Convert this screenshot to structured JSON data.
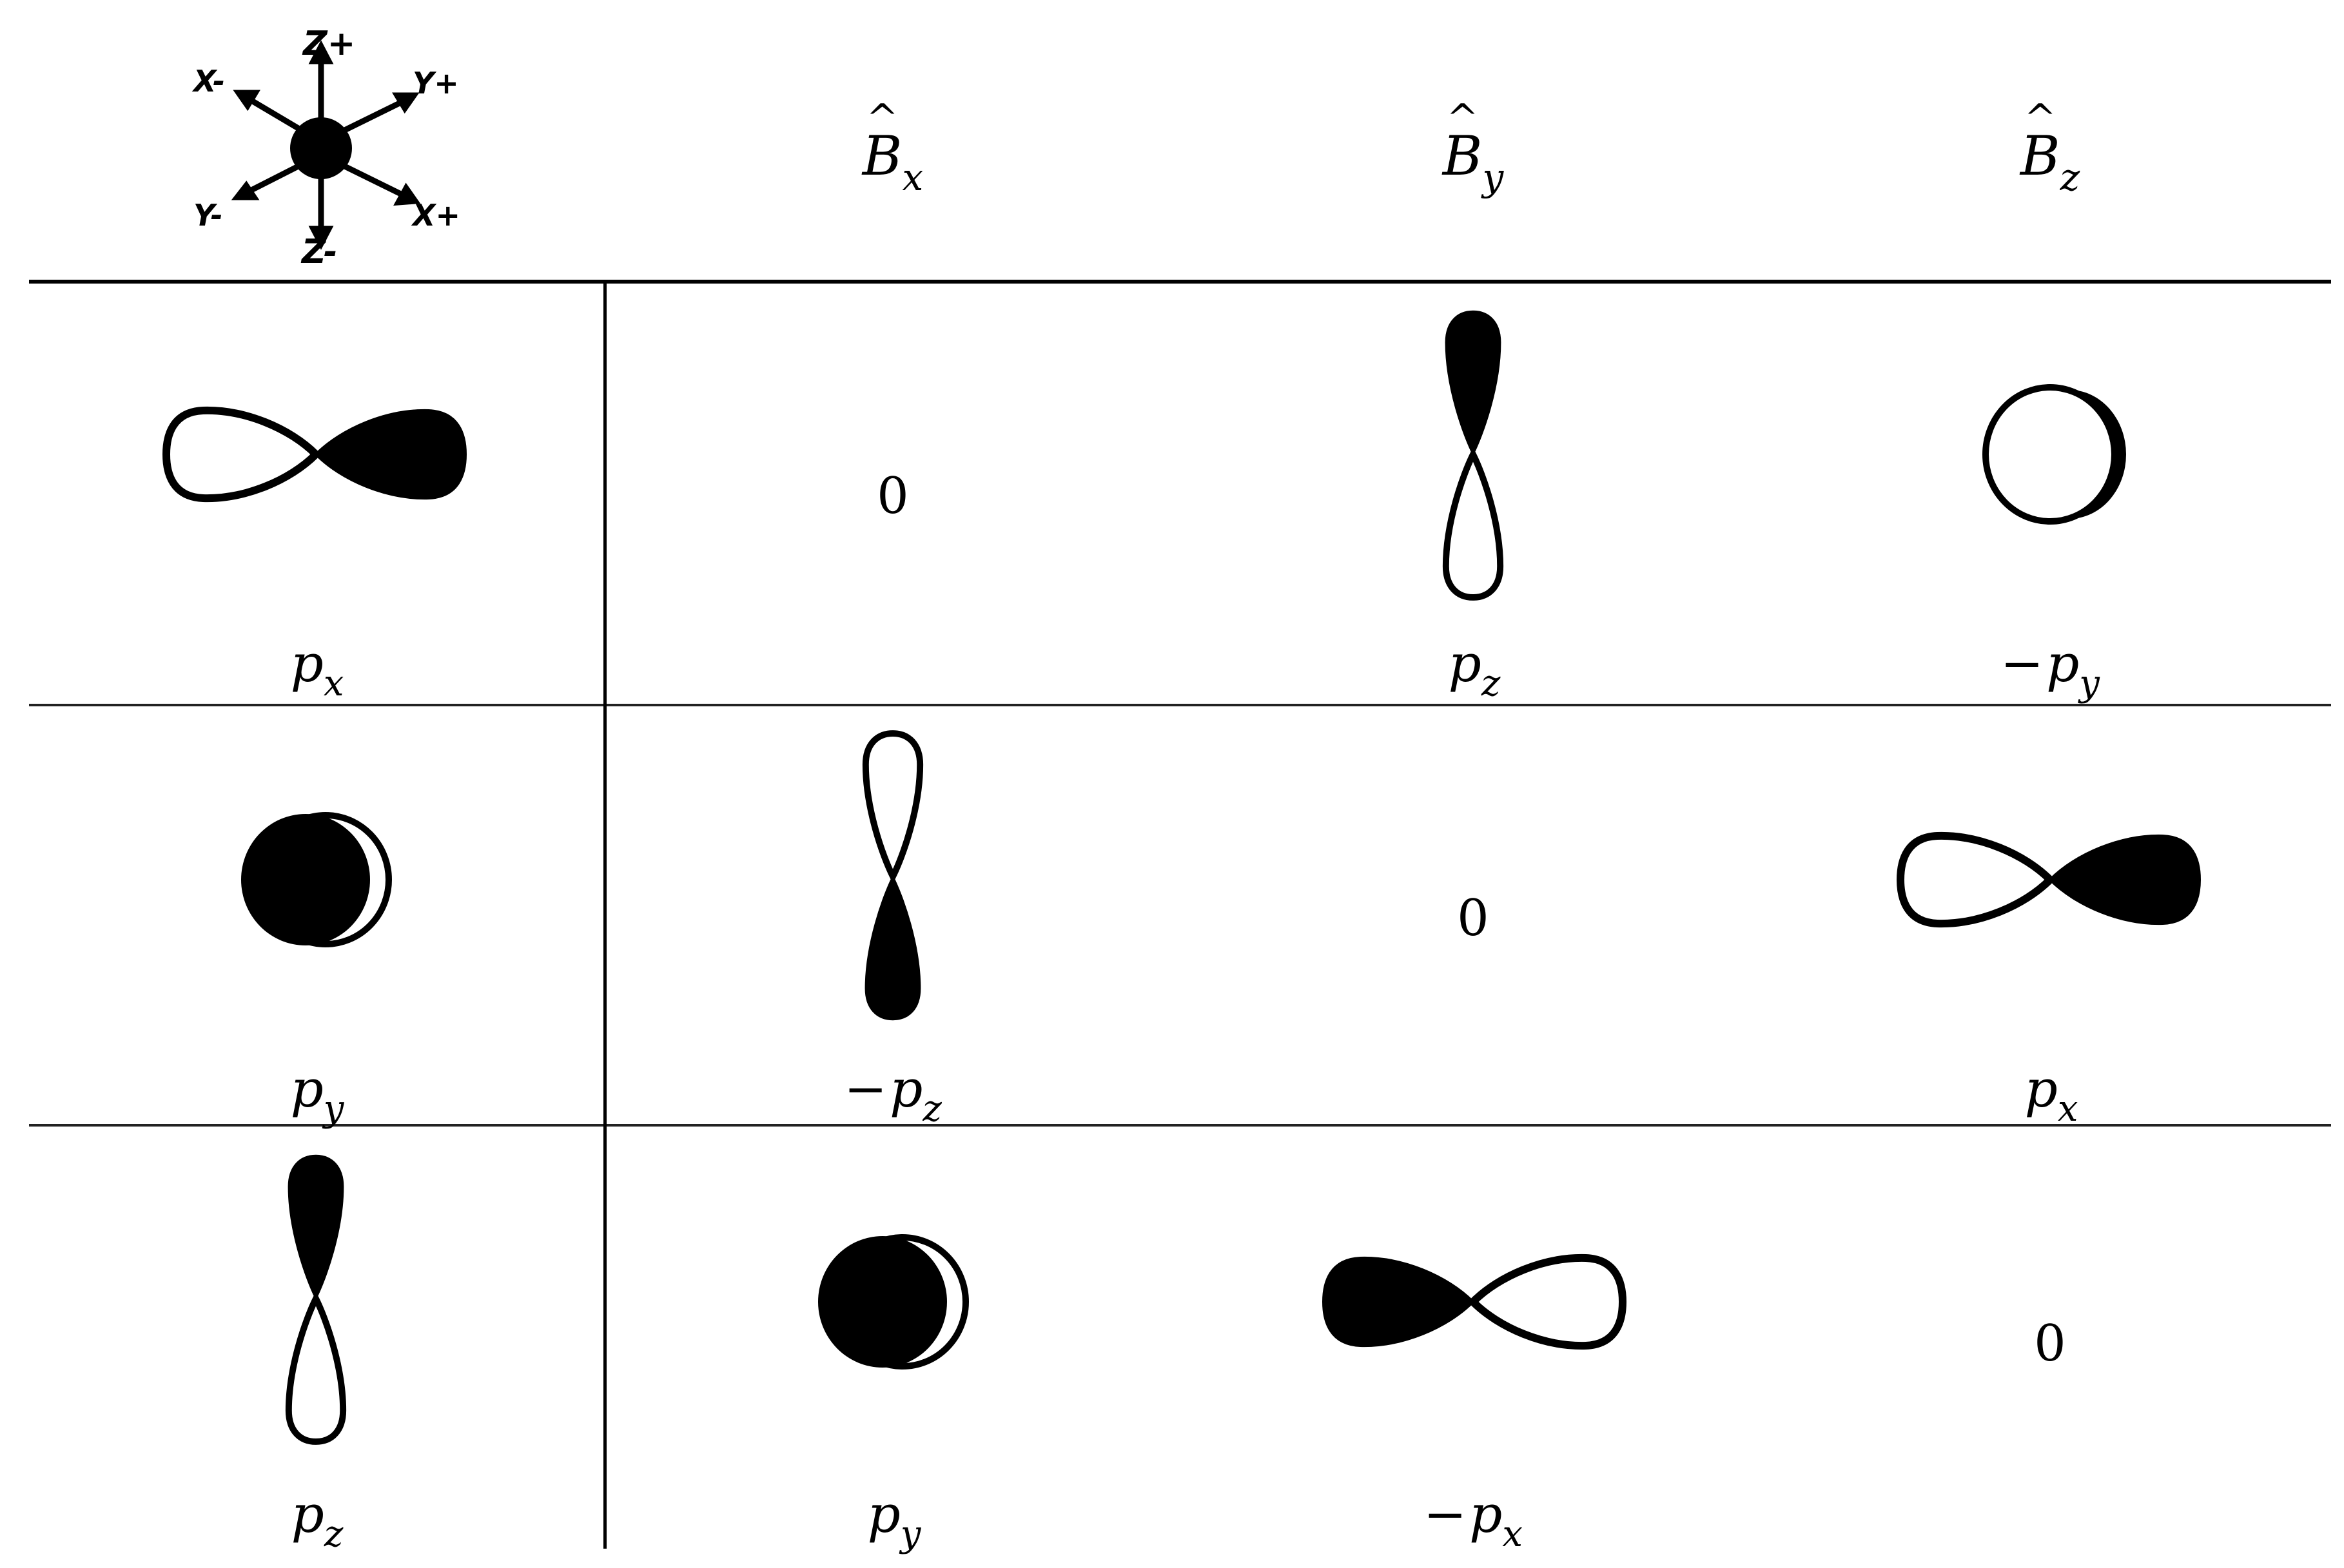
{
  "table": {
    "corner_icon": {
      "name": "coordinate-axes-icon",
      "axis_labels": {
        "z_plus": "Z+",
        "z_minus": "Z-",
        "x_plus": "X+",
        "x_minus": "X-",
        "y_plus": "Y+",
        "y_minus": "Y-"
      }
    },
    "columns": [
      {
        "operator": "B",
        "hat": "^",
        "subscript": "x"
      },
      {
        "operator": "B",
        "hat": "^",
        "subscript": "y"
      },
      {
        "operator": "B",
        "hat": "^",
        "subscript": "z"
      }
    ],
    "rows": [
      {
        "orbital": {
          "shape": "horizontal-dumbbell-right-filled",
          "label_base": "p",
          "label_sub": "x",
          "sign": ""
        },
        "cells": [
          {
            "type": "zero",
            "value": "0"
          },
          {
            "type": "orbital",
            "shape": "vertical-dumbbell-top-filled",
            "sign": "",
            "label_base": "p",
            "label_sub": "z"
          },
          {
            "type": "orbital",
            "shape": "ring-open-front",
            "sign": "−",
            "label_base": "p",
            "label_sub": "y"
          }
        ]
      },
      {
        "orbital": {
          "shape": "ring-filled-front",
          "label_base": "p",
          "label_sub": "y",
          "sign": ""
        },
        "cells": [
          {
            "type": "orbital",
            "shape": "vertical-dumbbell-bottom-filled",
            "sign": "−",
            "label_base": "p",
            "label_sub": "z"
          },
          {
            "type": "zero",
            "value": "0"
          },
          {
            "type": "orbital",
            "shape": "horizontal-dumbbell-right-filled",
            "sign": "",
            "label_base": "p",
            "label_sub": "x"
          }
        ]
      },
      {
        "orbital": {
          "shape": "vertical-dumbbell-top-filled",
          "label_base": "p",
          "label_sub": "z",
          "sign": ""
        },
        "cells": [
          {
            "type": "orbital",
            "shape": "ring-filled-front",
            "sign": "",
            "label_base": "p",
            "label_sub": "y"
          },
          {
            "type": "orbital",
            "shape": "horizontal-dumbbell-left-filled",
            "sign": "−",
            "label_base": "p",
            "label_sub": "x"
          },
          {
            "type": "zero",
            "value": "0"
          }
        ]
      }
    ]
  }
}
